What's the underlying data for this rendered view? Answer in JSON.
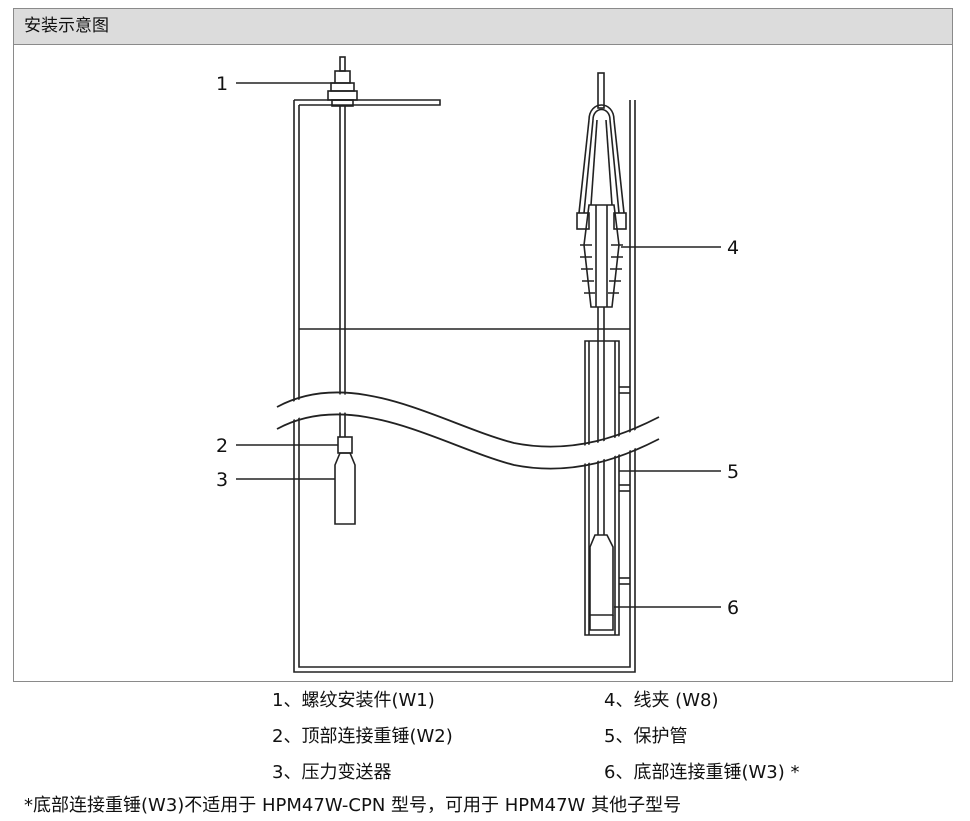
{
  "panel": {
    "title": "安装示意图"
  },
  "callouts": [
    "1",
    "2",
    "3",
    "4",
    "5",
    "6"
  ],
  "legend": {
    "items": [
      "1、螺纹安装件(W1)",
      "2、顶部连接重锤(W2)",
      "3、压力变送器",
      "4、线夹 (W8)",
      "5、保护管",
      "6、底部连接重锤(W3) *"
    ]
  },
  "footnote": "*底部连接重锤(W3)不适用于 HPM47W-CPN 型号，可用于 HPM47W 其他子型号"
}
